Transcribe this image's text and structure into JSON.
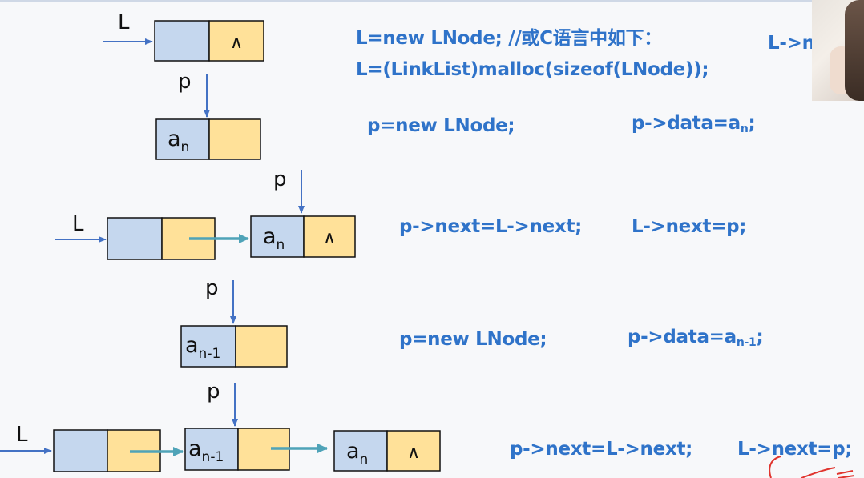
{
  "labels": {
    "L": "L",
    "p": "p",
    "null": "∧",
    "a": "a",
    "n": "n",
    "n_minus_1": "n-1"
  },
  "code": {
    "l_new": "L=new LNode; //或C语言中如下：",
    "l_cut": "L->n",
    "l_malloc": "L=(LinkList)malloc(sizeof(LNode));",
    "p_new_1": "p=new LNode;",
    "p_data_1_prefix": "p->data=a",
    "p_data_1_sub": "n",
    "p_data_1_suffix": ";",
    "p_next_1": "p->next=L->next;",
    "l_next_1": "L->next=p;",
    "p_new_2": "p=new LNode;",
    "p_data_2_prefix": "p->data=a",
    "p_data_2_sub": "n-1",
    "p_data_2_suffix": ";",
    "p_next_2": "p->next=L->next;",
    "l_next_2": "L->next=p;"
  },
  "colors": {
    "data_field": "#c5d7ee",
    "next_field": "#ffe199",
    "arrow_blue": "#4472c4",
    "arrow_teal": "#4fa3b8",
    "code_text": "#2f73c9",
    "annotation_red": "#e0352f"
  }
}
